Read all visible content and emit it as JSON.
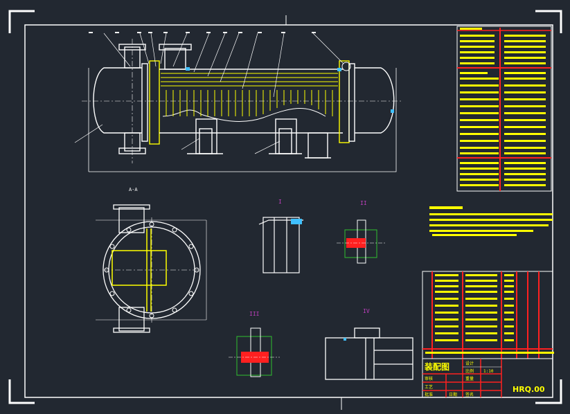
{
  "drawing": {
    "title": "装配图",
    "drawing_number": "HRQ.00",
    "labels": {
      "scale_value": "1:10",
      "design": "设计",
      "scale": "比例",
      "weight": "重量",
      "check": "审核",
      "process": "工艺",
      "approve": "批准",
      "date": "日期",
      "sign": "签名",
      "tech_req_title": "技术要求"
    }
  },
  "section_marks": {
    "a": "A-A",
    "i": "I",
    "ii": "II",
    "iii": "III",
    "iv": "IV"
  },
  "colors": {
    "background": "#222831",
    "lines": "#ffffff",
    "highlight": "#ffff00",
    "red": "#ff2020",
    "green": "#30c030",
    "magenta": "#c040c0",
    "cyan": "#40c0ff"
  }
}
